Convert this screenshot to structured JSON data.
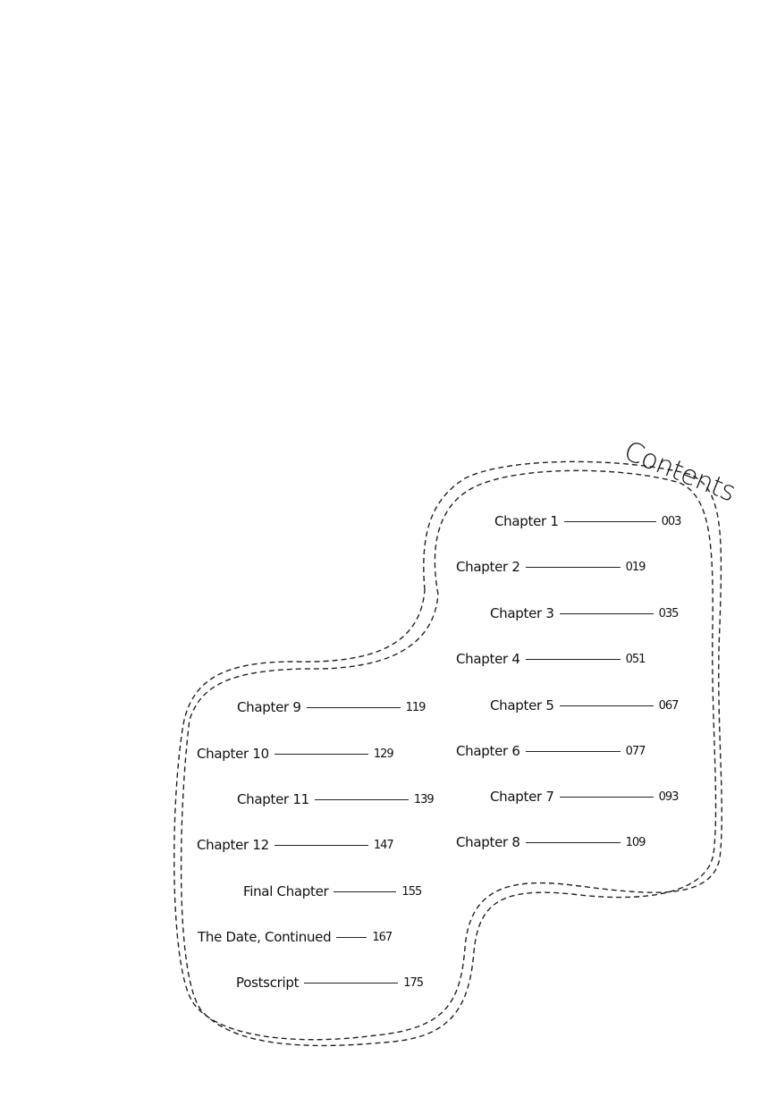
{
  "title": "Contents",
  "entries": [
    {
      "label": "Chapter 1",
      "page": "003"
    },
    {
      "label": "Chapter 2",
      "page": "019"
    },
    {
      "label": "Chapter 3",
      "page": "035"
    },
    {
      "label": "Chapter 4",
      "page": "051"
    },
    {
      "label": "Chapter 5",
      "page": "067"
    },
    {
      "label": "Chapter 6",
      "page": "077"
    },
    {
      "label": "Chapter 7",
      "page": "093"
    },
    {
      "label": "Chapter 8",
      "page": "109"
    },
    {
      "label": "Chapter 9",
      "page": "119"
    },
    {
      "label": "Chapter 10",
      "page": "129"
    },
    {
      "label": "Chapter 11",
      "page": "139"
    },
    {
      "label": "Chapter 12",
      "page": "147"
    },
    {
      "label": "Final Chapter",
      "page": "155"
    },
    {
      "label": "The Date, Continued",
      "page": "167"
    },
    {
      "label": "Postscript",
      "page": "175"
    }
  ]
}
